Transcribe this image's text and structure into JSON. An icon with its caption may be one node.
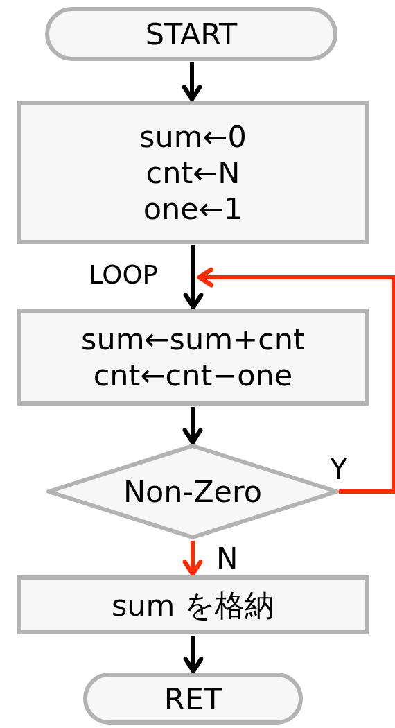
{
  "diagram": {
    "nodes": [
      {
        "text": [
          "START"
        ]
      },
      {
        "text": [
          "sum←0",
          "cnt←N",
          "one←1"
        ]
      },
      {
        "text": [
          "sum←sum+cnt",
          "cnt←cnt−one"
        ]
      },
      {
        "text": [
          "Non-Zero"
        ]
      },
      {
        "text": [
          "sum を格納"
        ]
      },
      {
        "text": [
          "RET"
        ]
      }
    ],
    "edges": [
      {
        "from": 0,
        "to": 1,
        "arrow": "to"
      },
      {
        "from": 1,
        "to": 2,
        "arrow": "to"
      },
      {
        "from": 2,
        "to": 3,
        "arrow": "to"
      },
      {
        "from": 3,
        "to": 2,
        "arrow": "to",
        "label": "Y",
        "color": "#ff2a00"
      },
      {
        "from": 3,
        "to": 4,
        "arrow": "to",
        "label": "N",
        "color": "#ff2a00"
      },
      {
        "from": 4,
        "to": 5,
        "arrow": "to"
      }
    ],
    "labels": [
      "LOOP"
    ]
  }
}
